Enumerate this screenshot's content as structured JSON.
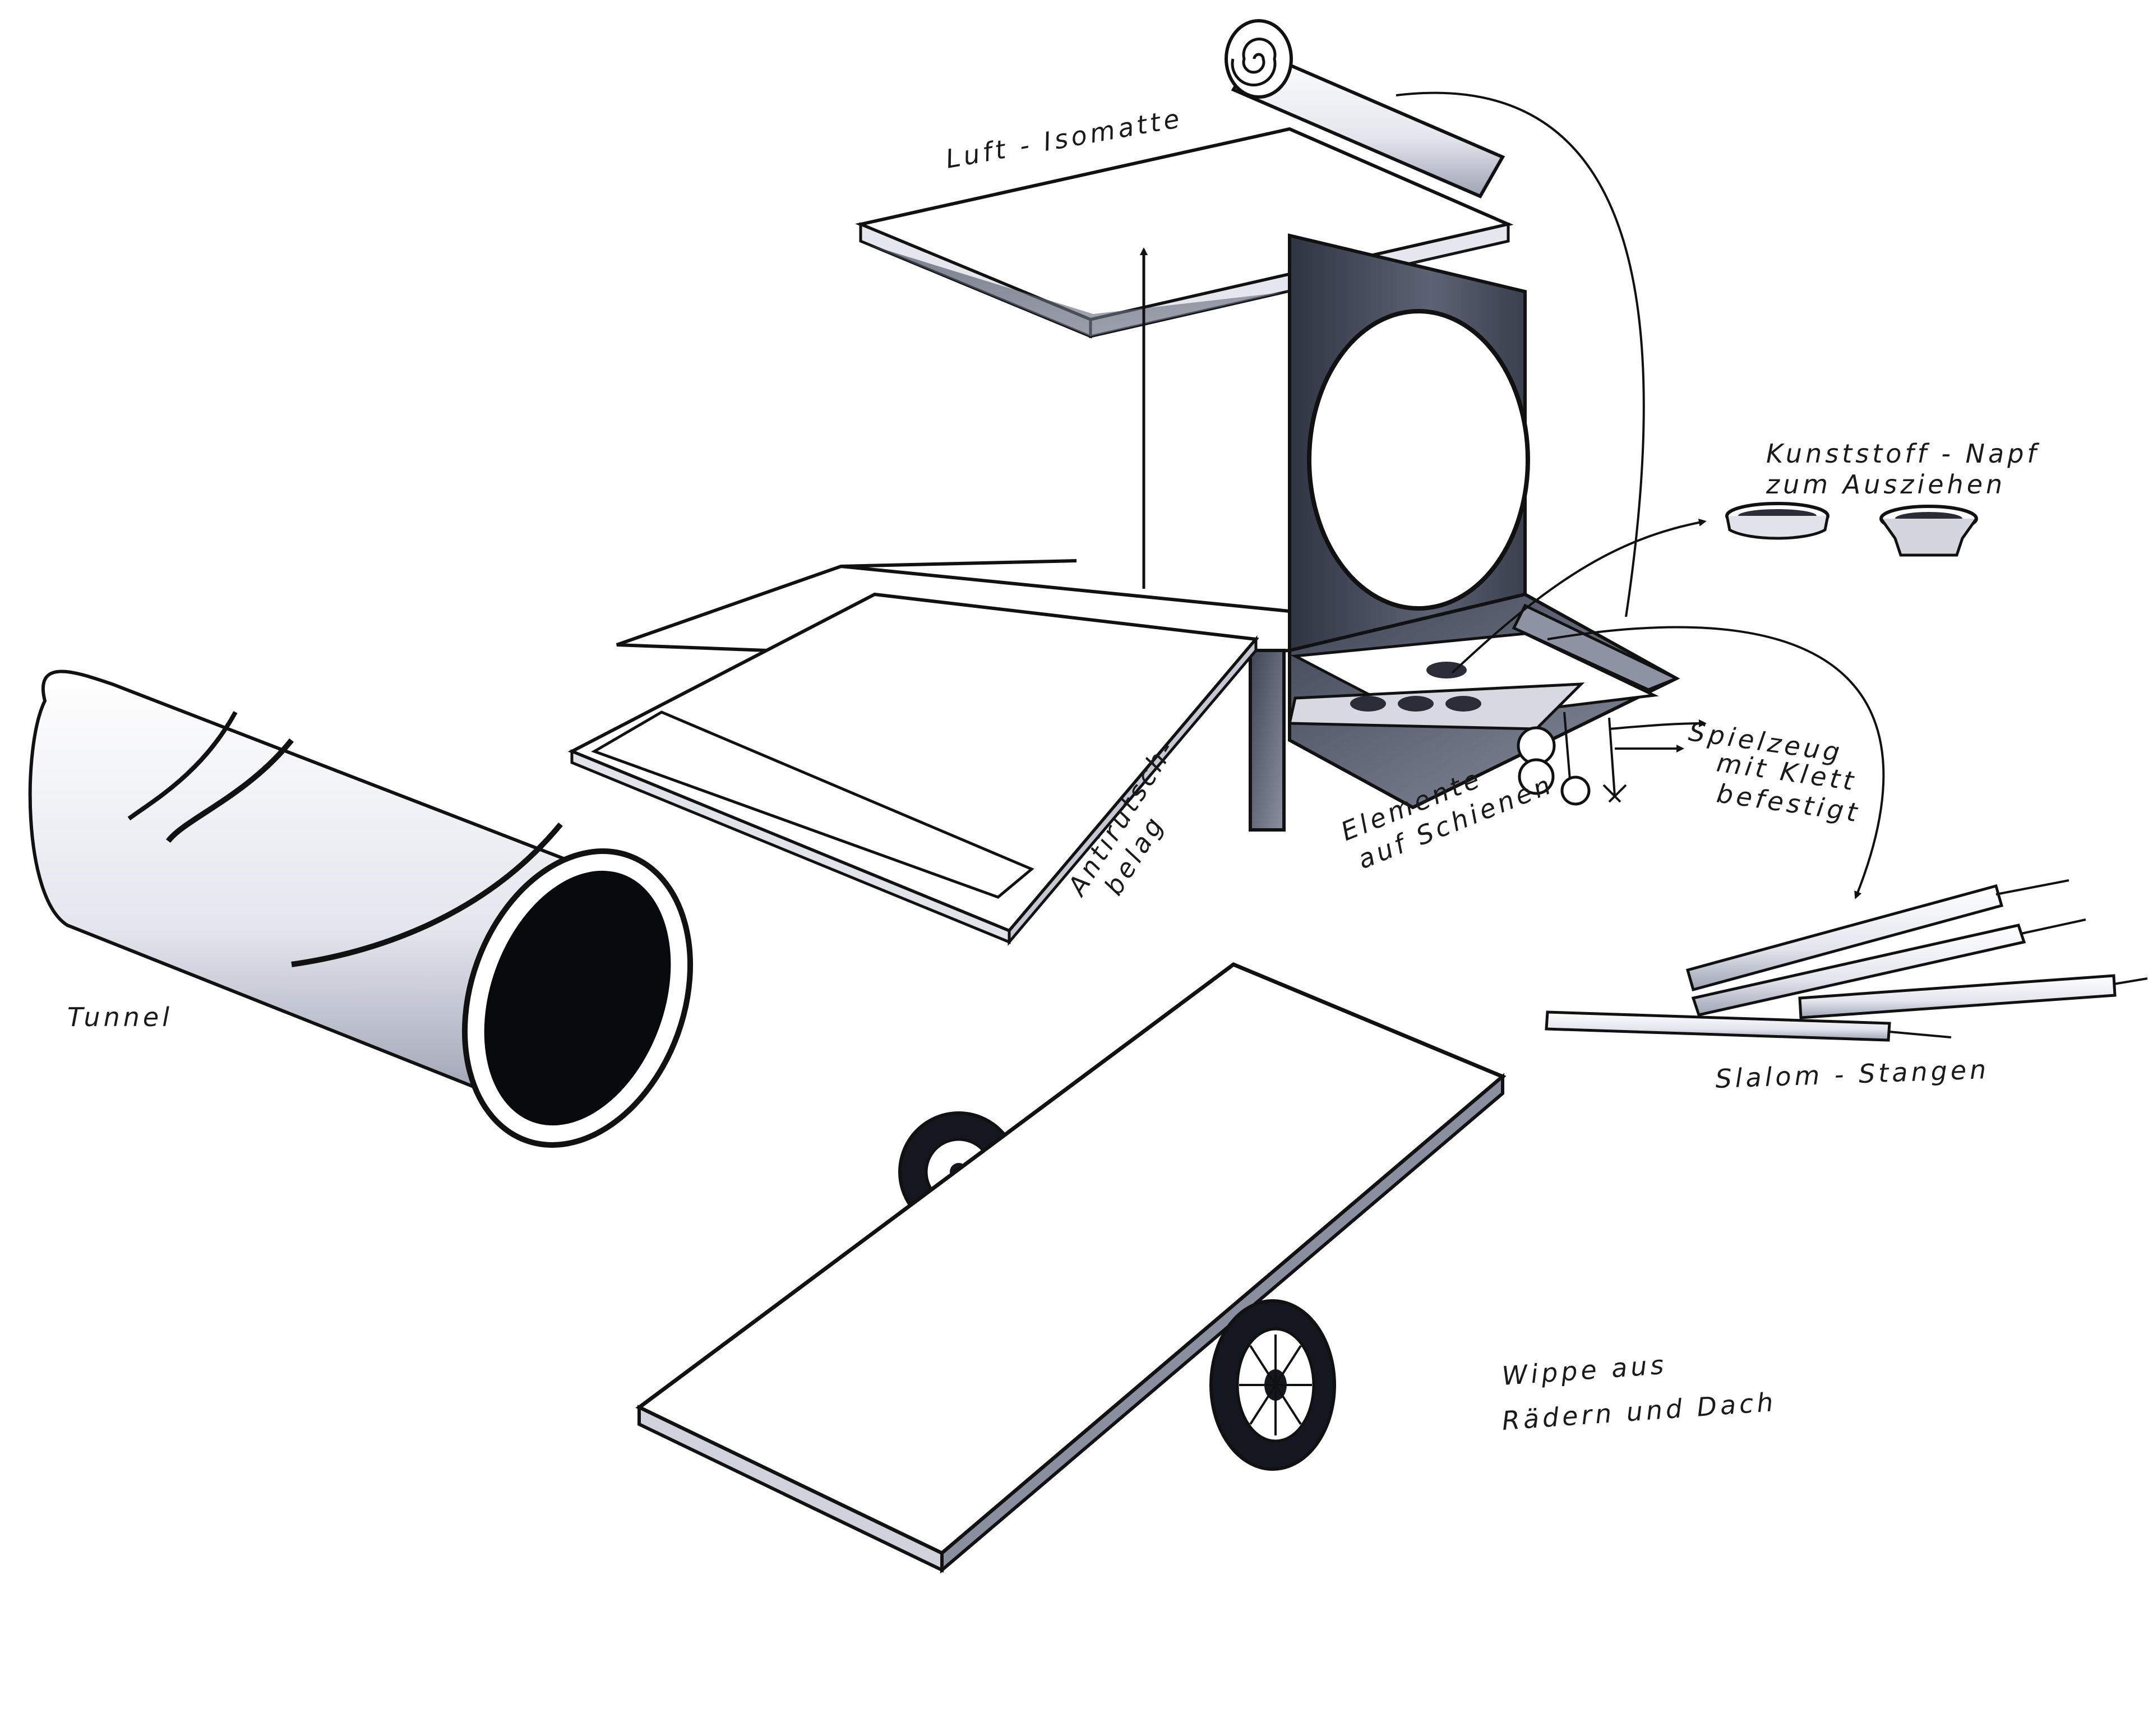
{
  "labels": {
    "luft_isomatte": "Luft - Isomatte",
    "kunststoff_napf_line1": "Kunststoff - Napf",
    "kunststoff_napf_line2": "zum Ausziehen",
    "antirutsch_line1": "Antirutsch-",
    "antirutsch_line2": "belag",
    "elemente_line1": "Elemente",
    "elemente_line2": "auf Schienen",
    "spielzeug_line1": "Spielzeug",
    "spielzeug_line2": "mit Klett",
    "spielzeug_line3": "befestigt",
    "tunnel": "Tunnel",
    "slalom": "Slalom - Stangen",
    "wippe_line1": "Wippe aus",
    "wippe_line2": "Rädern und Dach"
  },
  "colors": {
    "ink": "#111111",
    "shade": "#5b6170",
    "light_shade": "#c9ccd6",
    "paper": "#ffffff"
  }
}
